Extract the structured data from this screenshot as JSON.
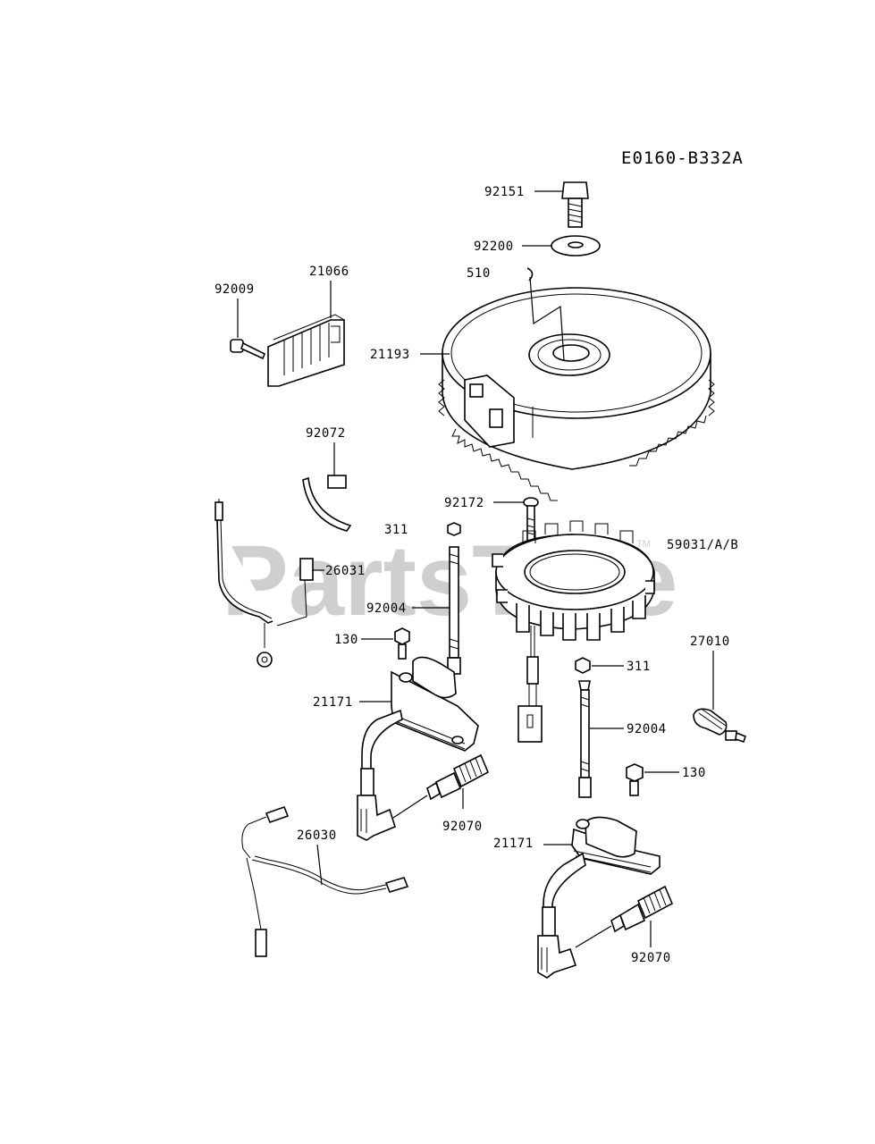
{
  "diagram_code": "E0160-B332A",
  "watermark": {
    "text": "PartsTree",
    "trademark": "TM"
  },
  "callouts": [
    {
      "id": "c-92151",
      "text": "92151"
    },
    {
      "id": "c-92200",
      "text": "92200"
    },
    {
      "id": "c-510",
      "text": "510"
    },
    {
      "id": "c-21066",
      "text": "21066"
    },
    {
      "id": "c-92009",
      "text": "92009"
    },
    {
      "id": "c-21193",
      "text": "21193"
    },
    {
      "id": "c-92072",
      "text": "92072"
    },
    {
      "id": "c-92172",
      "text": "92172"
    },
    {
      "id": "c-311a",
      "text": "311"
    },
    {
      "id": "c-59031",
      "text": "59031/A/B"
    },
    {
      "id": "c-26031",
      "text": "26031"
    },
    {
      "id": "c-92004a",
      "text": "92004"
    },
    {
      "id": "c-130a",
      "text": "130"
    },
    {
      "id": "c-27010",
      "text": "27010"
    },
    {
      "id": "c-311b",
      "text": "311"
    },
    {
      "id": "c-21171a",
      "text": "21171"
    },
    {
      "id": "c-92004b",
      "text": "92004"
    },
    {
      "id": "c-130b",
      "text": "130"
    },
    {
      "id": "c-92070a",
      "text": "92070"
    },
    {
      "id": "c-26030",
      "text": "26030"
    },
    {
      "id": "c-21171b",
      "text": "21171"
    },
    {
      "id": "c-92070b",
      "text": "92070"
    }
  ]
}
